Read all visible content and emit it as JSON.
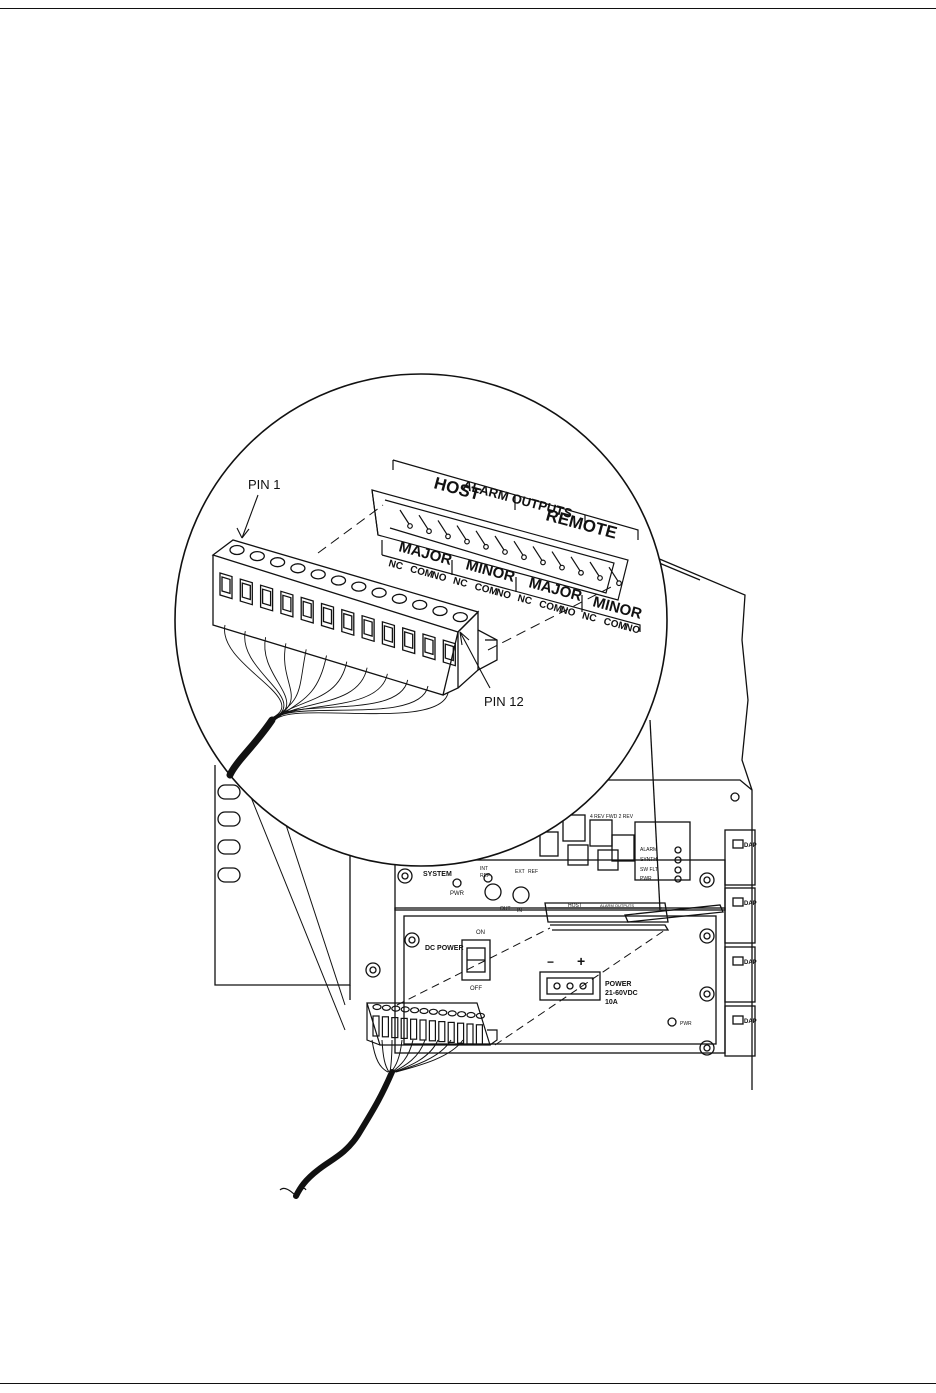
{
  "callouts": {
    "pin_1": "PIN 1",
    "pin_12": "PIN 12"
  },
  "alarm_panel": {
    "title": "ALARM OUTPUTS",
    "host": "HOST",
    "remote": "REMOTE",
    "groups": [
      "MAJOR",
      "MINOR",
      "MAJOR",
      "MINOR"
    ],
    "contacts": [
      "NC",
      "COM",
      "NO",
      "NC",
      "COM",
      "NO",
      "NC",
      "COM",
      "NO",
      "NC",
      "COM",
      "NO"
    ]
  },
  "chassis": {
    "system_label": "SYSTEM",
    "pwr_label": "PWR",
    "dc_power_label": "DC POWER",
    "switch_on": "ON",
    "switch_off": "OFF",
    "power_spec": [
      "POWER",
      "21-60VDC",
      "10A"
    ],
    "minus": "−",
    "plus": "+",
    "ref_labels": [
      "INT",
      "REF",
      "EXT",
      "REF",
      "OUT",
      "IN"
    ],
    "side_indicators": [
      "ALARM",
      "SYNTH",
      "SW FLT",
      "PWR"
    ],
    "right_card_label": "DAP",
    "small_pwr": "PWR",
    "host_small": "HOST",
    "alarm_small": "ALARM OUTPUTS",
    "top_card_text": "4  REV   FWD 2  REV"
  },
  "colors": {
    "line": "#111111",
    "background": "#ffffff"
  }
}
